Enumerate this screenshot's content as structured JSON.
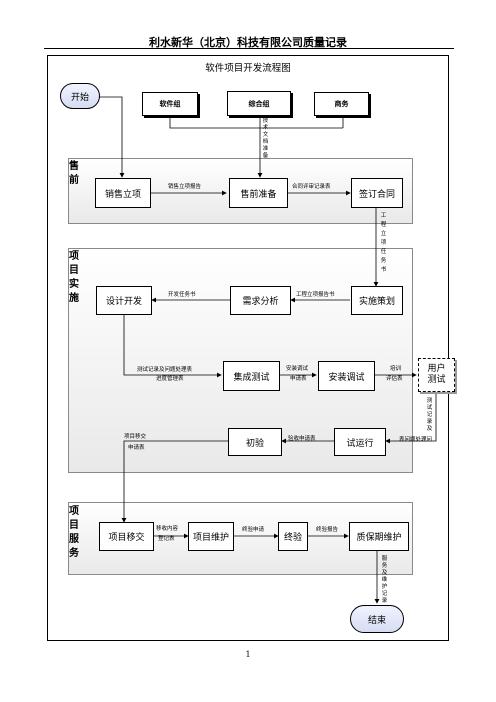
{
  "header": {
    "title": "利水新华（北京）科技有限公司质量记录"
  },
  "flow_title": "软件项目开发流程图",
  "bands": {
    "presale": "售前",
    "implementation": "项目实施",
    "service": "项目服务"
  },
  "nodes": {
    "start": "开始",
    "end": "结束",
    "team_software": "软件组",
    "team_integration": "综合组",
    "team_business": "商务",
    "sales_setup": "销售立项",
    "presale_prep": "售前准备",
    "sign_contract": "签订合同",
    "design_dev": "设计开发",
    "req_analysis": "需求分析",
    "implementation_plan": "实施策划",
    "integration_test": "集成测试",
    "install_debug": "安装调试",
    "user_test_1": "用户",
    "user_test_2": "测试",
    "initial_acceptance": "初验",
    "trial_run": "试运行",
    "project_transfer": "项目移交",
    "project_maintenance": "项目维护",
    "final_acceptance": "终验",
    "warranty_maintenance": "质保期维护"
  },
  "labels": {
    "sales_report": "销售立项报告",
    "tech_doc": "技术文档准备",
    "contract_review": "合同评审记录表",
    "eng_task": "工程立项任务书",
    "dev_task": "开发任务书",
    "eng_report": "工程立项报告书",
    "test_record_1": "测试记录及问题处理表",
    "test_record_2": "进度管理表",
    "install_app_1": "安装调试",
    "install_app_2": "申请表",
    "training_1": "培训",
    "training_2": "评估表",
    "test_problem": "测试记录及",
    "test_problem_2": "表问题处理问",
    "accept_app": "验收申请表",
    "transfer_app_1": "项目移交",
    "transfer_app_2": "申请表",
    "handover_1": "移收内容",
    "handover_2": "登记表",
    "final_app": "终验申请",
    "final_report": "终验报告",
    "service_record": "服务及维护记录"
  },
  "page_number": "1"
}
